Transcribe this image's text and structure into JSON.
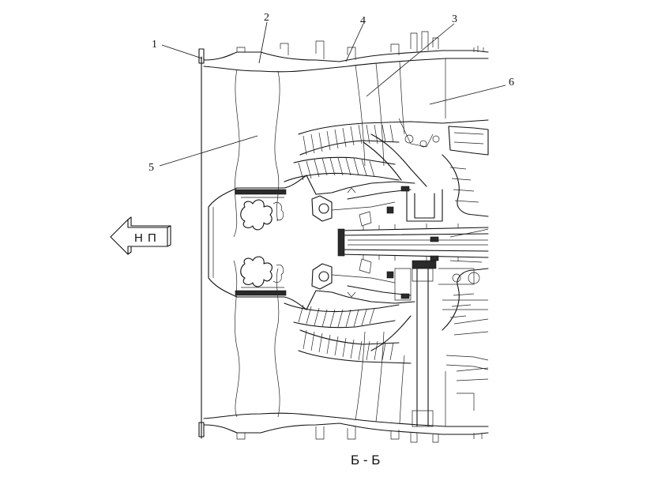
{
  "diagram": {
    "callouts": [
      {
        "id": "1",
        "label": "1"
      },
      {
        "id": "2",
        "label": "2"
      },
      {
        "id": "3",
        "label": "3"
      },
      {
        "id": "4",
        "label": "4"
      },
      {
        "id": "5",
        "label": "5"
      },
      {
        "id": "6",
        "label": "6"
      }
    ],
    "direction_arrow_label": "Н П",
    "section_label": "Б - Б"
  }
}
